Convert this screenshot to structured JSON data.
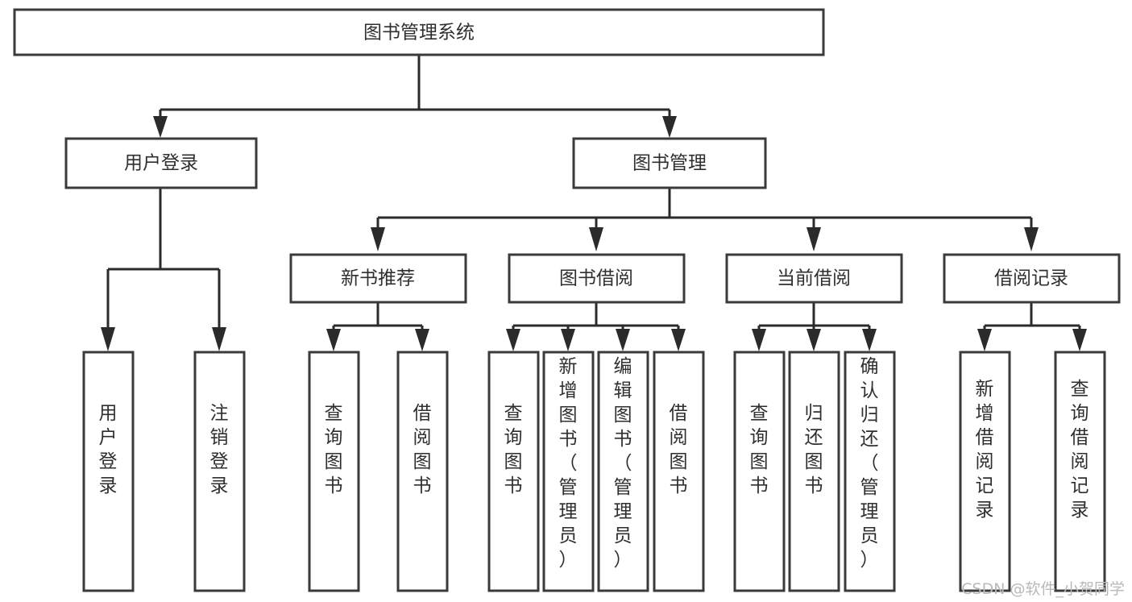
{
  "diagram": {
    "title": "图书管理系统",
    "type": "tree-hierarchy",
    "root": {
      "label": "图书管理系统",
      "orientation": "horizontal"
    },
    "level1": [
      {
        "label": "用户登录",
        "orientation": "horizontal"
      },
      {
        "label": "图书管理",
        "orientation": "horizontal"
      }
    ],
    "level2": [
      {
        "label": "新书推荐",
        "orientation": "horizontal"
      },
      {
        "label": "图书借阅",
        "orientation": "horizontal"
      },
      {
        "label": "当前借阅",
        "orientation": "horizontal"
      },
      {
        "label": "借阅记录",
        "orientation": "horizontal"
      }
    ],
    "leaves": {
      "user_login": [
        {
          "label": "用户登录",
          "orientation": "vertical"
        },
        {
          "label": "注销登录",
          "orientation": "vertical"
        }
      ],
      "new_book_recommend": [
        {
          "label": "查询图书",
          "orientation": "vertical"
        },
        {
          "label": "借阅图书",
          "orientation": "vertical"
        }
      ],
      "book_borrow": [
        {
          "label": "查询图书",
          "orientation": "vertical"
        },
        {
          "label": "新增图书（管理员）",
          "orientation": "vertical"
        },
        {
          "label": "编辑图书（管理员）",
          "orientation": "vertical"
        },
        {
          "label": "借阅图书",
          "orientation": "vertical"
        }
      ],
      "current_borrow": [
        {
          "label": "查询图书",
          "orientation": "vertical"
        },
        {
          "label": "归还图书",
          "orientation": "vertical"
        },
        {
          "label": "确认归还（管理员）",
          "orientation": "vertical"
        }
      ],
      "borrow_record": [
        {
          "label": "新增借阅记录",
          "orientation": "vertical"
        },
        {
          "label": "查询借阅记录",
          "orientation": "vertical"
        }
      ]
    },
    "watermark": "CSDN @软件_小贺同学",
    "colors": {
      "box_stroke": "#3a3a3a",
      "box_fill": "#ffffff",
      "connector": "#2b2b2b",
      "text": "#2f2f2f",
      "watermark": "#b9b9b9",
      "background": "#ffffff"
    }
  }
}
